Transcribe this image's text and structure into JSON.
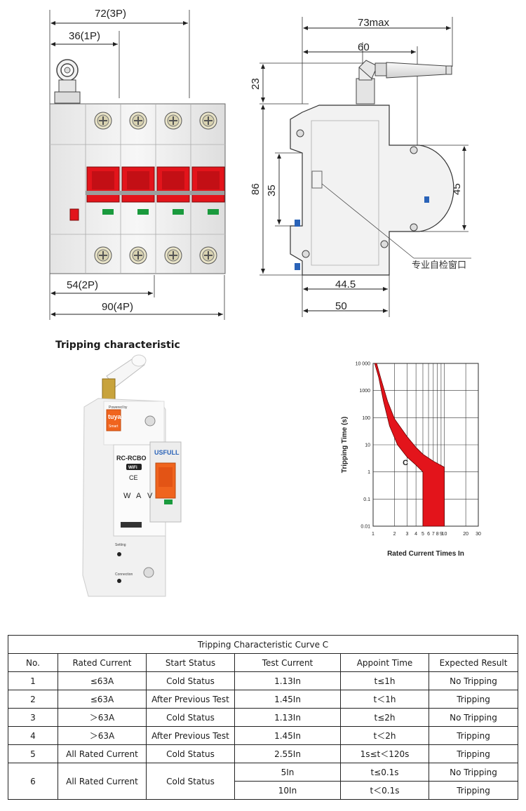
{
  "dimensions": {
    "front_3p": "72(3P)",
    "front_1p": "36(1P)",
    "front_2p": "54(2P)",
    "front_4p": "90(4P)",
    "side_73max": "73max",
    "side_60": "60",
    "side_23": "23",
    "side_86": "86",
    "side_35": "35",
    "side_45": "45",
    "side_44_5": "44.5",
    "side_50": "50",
    "window_label": "专业自检窗口"
  },
  "section_title": "Tripping characteristic",
  "product": {
    "brand_small": "Powered by",
    "brand": "tuya",
    "badge": "Smart",
    "model": "RC-RCBO",
    "maker": "USFULL",
    "wifi": "WiFi",
    "ce": "CE",
    "w": "W",
    "a": "A",
    "v": "V",
    "setting": "Setting",
    "connection": "Connection"
  },
  "colors": {
    "accent_red": "#e3141b",
    "indicator_green": "#1a9a3d",
    "product_orange": "#f0641e",
    "antenna_gold": "#c8a33c"
  },
  "chart_data": {
    "type": "area",
    "title": "",
    "xlabel": "Rated Current Times In",
    "ylabel": "Tripping Time (s)",
    "x_scale": "log",
    "y_scale": "log",
    "xlim": [
      1,
      30
    ],
    "ylim": [
      0.01,
      10000
    ],
    "x_ticks": [
      "1",
      "2",
      "3",
      "4",
      "5",
      "6",
      "7",
      "8",
      "9",
      "10",
      "20",
      "30"
    ],
    "y_ticks": [
      "0.01",
      "0.1",
      "1",
      "10",
      "100",
      "1000",
      "10 000"
    ],
    "grid": true,
    "band_label": "C",
    "series": [
      {
        "name": "C",
        "upper": [
          [
            1.12,
            10000
          ],
          [
            1.3,
            2500
          ],
          [
            1.6,
            400
          ],
          [
            2,
            90
          ],
          [
            3,
            20
          ],
          [
            4,
            8
          ],
          [
            5,
            4.5
          ],
          [
            7,
            2.5
          ],
          [
            10,
            1.5
          ],
          [
            10,
            0.01
          ]
        ],
        "lower": [
          [
            1.05,
            10000
          ],
          [
            1.2,
            3000
          ],
          [
            1.4,
            400
          ],
          [
            1.7,
            50
          ],
          [
            2.2,
            10
          ],
          [
            3,
            3.5
          ],
          [
            4,
            1.8
          ],
          [
            5,
            1
          ],
          [
            5,
            0.01
          ]
        ]
      }
    ]
  },
  "table": {
    "title": "Tripping Characteristic   Curve C",
    "headers": [
      "No.",
      "Rated Current",
      "Start Status",
      "Test Current",
      "Appoint Time",
      "Expected Result"
    ],
    "rows": [
      [
        "1",
        "≤63A",
        "Cold Status",
        "1.13In",
        "t≤1h",
        "No Tripping"
      ],
      [
        "2",
        "≤63A",
        "After Previous Test",
        "1.45In",
        "t＜1h",
        "Tripping"
      ],
      [
        "3",
        "＞63A",
        "Cold Status",
        "1.13In",
        "t≤2h",
        "No Tripping"
      ],
      [
        "4",
        "＞63A",
        "After Previous Test",
        "1.45In",
        "t＜2h",
        "Tripping"
      ],
      [
        "5",
        "All Rated Current",
        "Cold Status",
        "2.55In",
        "1s≤t＜120s",
        "Tripping"
      ]
    ],
    "row6": {
      "no": "6",
      "rated": "All Rated Current",
      "start": "Cold Status",
      "sub": [
        [
          "5In",
          "t≤0.1s",
          "No Tripping"
        ],
        [
          "10In",
          "t＜0.1s",
          "Tripping"
        ]
      ]
    }
  }
}
